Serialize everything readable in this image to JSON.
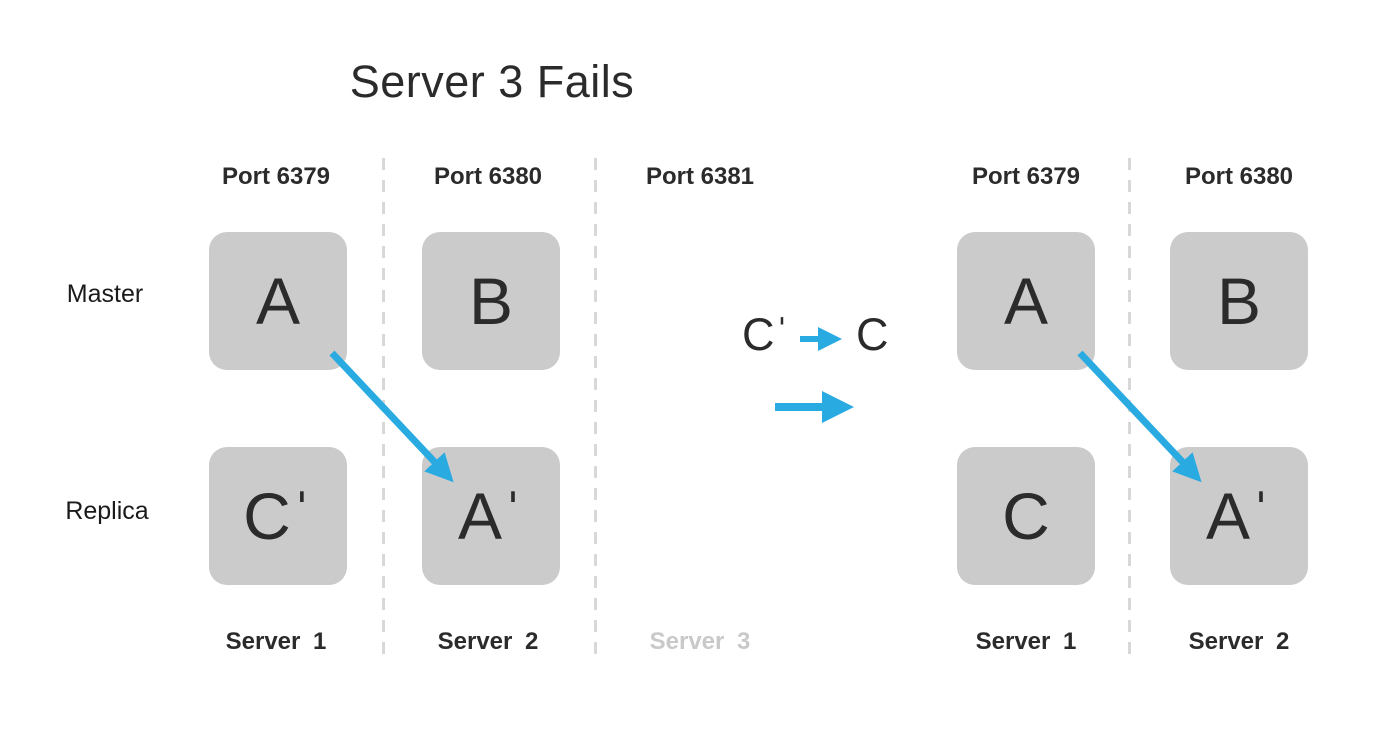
{
  "title": "Server 3 Fails",
  "colors": {
    "box_fill": "#cbcbcb",
    "arrow_blue": "#29abe2",
    "text_dark": "#2b2b2b",
    "faded_gray": "#c9c9c9",
    "divider_gray": "#d8d8d8"
  },
  "row_labels": {
    "master": "Master",
    "replica": "Replica"
  },
  "left_panel": {
    "ports": [
      {
        "label": "Port 6379"
      },
      {
        "label": "Port 6380"
      },
      {
        "label": "Port 6381"
      }
    ],
    "master_boxes": [
      {
        "label": "A"
      },
      {
        "label": "B"
      }
    ],
    "replica_boxes": [
      {
        "label": "Cˈ"
      },
      {
        "label": "Aˈ"
      }
    ],
    "servers": [
      {
        "label": "Server 1"
      },
      {
        "label": "Server 2"
      },
      {
        "label": "Server 3"
      }
    ]
  },
  "transition": {
    "from": "Cˈ",
    "to": "C"
  },
  "right_panel": {
    "ports": [
      {
        "label": "Port 6379"
      },
      {
        "label": "Port 6380"
      }
    ],
    "master_boxes": [
      {
        "label": "A"
      },
      {
        "label": "B"
      }
    ],
    "replica_boxes": [
      {
        "label": "C"
      },
      {
        "label": "Aˈ"
      }
    ],
    "servers": [
      {
        "label": "Server 1"
      },
      {
        "label": "Server 2"
      }
    ]
  }
}
